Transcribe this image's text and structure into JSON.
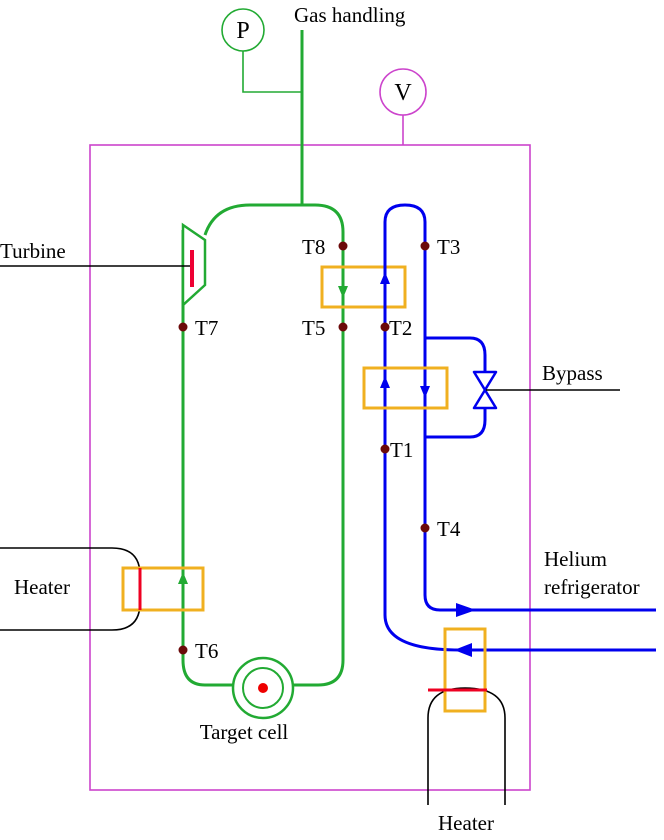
{
  "labels": {
    "gas_handling": "Gas handling",
    "pressure_gauge": "P",
    "vacuum_gauge": "V",
    "turbine": "Turbine",
    "bypass": "Bypass",
    "heater_left": "Heater",
    "heater_bottom": "Heater",
    "helium_refrigerator_line1": "Helium",
    "helium_refrigerator_line2": "refrigerator",
    "target_cell": "Target cell"
  },
  "sensors": {
    "t1": "T1",
    "t2": "T2",
    "t3": "T3",
    "t4": "T4",
    "t5": "T5",
    "t6": "T6",
    "t7": "T7",
    "t8": "T8"
  },
  "colors": {
    "gas_loop": "#22aa33",
    "helium_loop": "#0000ee",
    "vacuum_chamber": "#cc44cc",
    "heat_exchanger": "#f0b020",
    "heater_element": "#ee0022",
    "sensor_dot": "#6b0a0a",
    "target_center": "#ee0000",
    "leader_line": "#000000"
  }
}
